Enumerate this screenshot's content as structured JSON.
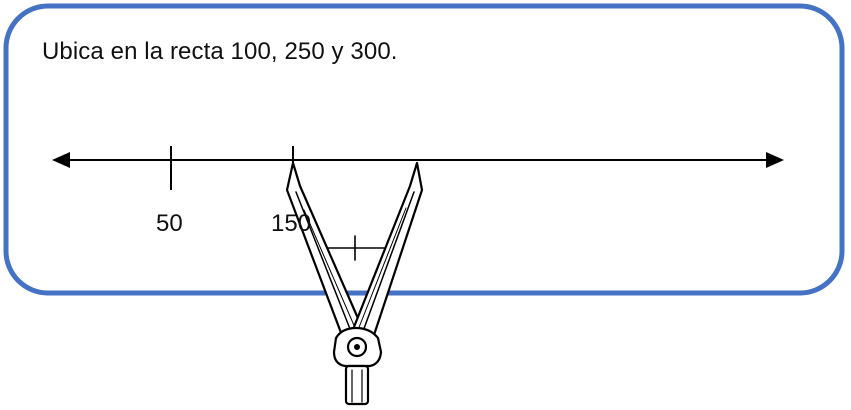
{
  "exercise": {
    "instruction": "Ubica en la recta 100, 250 y 300."
  },
  "number_line": {
    "labeled_ticks": [
      {
        "value": 50,
        "label": "50"
      },
      {
        "value": 150,
        "label": "150"
      }
    ]
  },
  "colors": {
    "frame_border": "#4472C4",
    "line": "#000000",
    "background": "#FFFFFF"
  },
  "icons": [
    "compass-icon",
    "arrow-left-icon",
    "arrow-right-icon"
  ]
}
